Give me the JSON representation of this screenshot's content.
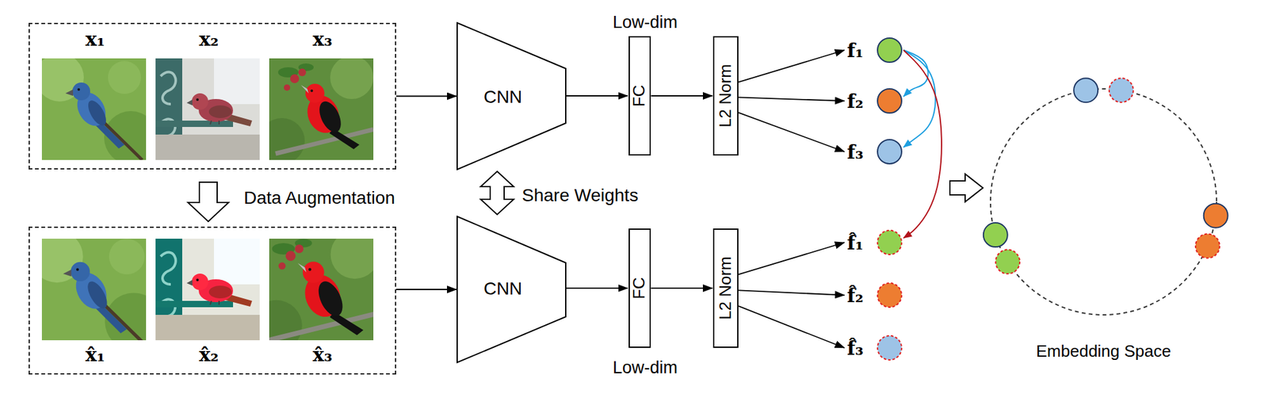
{
  "diagram": {
    "nodes": [
      {
        "text": [
          "x₁",
          "x₂",
          "x₃"
        ]
      },
      {
        "text": [
          "x̂₁",
          "x̂₂",
          "x̂₃"
        ]
      },
      {
        "text": [
          "CNN"
        ]
      },
      {
        "text": [
          "CNN"
        ]
      },
      {
        "text": [
          "FC"
        ]
      },
      {
        "text": [
          "FC"
        ]
      },
      {
        "text": [
          "L2 Norm"
        ]
      },
      {
        "text": [
          "L2 Norm"
        ]
      },
      {
        "text": [
          "f₁"
        ]
      },
      {
        "text": [
          "f₂"
        ]
      },
      {
        "text": [
          "f₃"
        ]
      },
      {
        "text": [
          "f̂₁"
        ]
      },
      {
        "text": [
          "f̂₂"
        ]
      },
      {
        "text": [
          "f̂₃"
        ]
      },
      {
        "text": [
          "Embedding Space"
        ]
      }
    ],
    "edges": [
      {
        "from": 0,
        "to": 2,
        "arrow": "to"
      },
      {
        "from": 2,
        "to": 4,
        "arrow": "to"
      },
      {
        "from": 4,
        "to": 6,
        "arrow": "to"
      },
      {
        "from": 6,
        "to": 8,
        "arrow": "to"
      },
      {
        "from": 6,
        "to": 9,
        "arrow": "to"
      },
      {
        "from": 6,
        "to": 10,
        "arrow": "to"
      },
      {
        "from": 1,
        "to": 3,
        "arrow": "to"
      },
      {
        "from": 3,
        "to": 5,
        "arrow": "to"
      },
      {
        "from": 5,
        "to": 7,
        "arrow": "to"
      },
      {
        "from": 7,
        "to": 11,
        "arrow": "to"
      },
      {
        "from": 7,
        "to": 12,
        "arrow": "to"
      },
      {
        "from": 7,
        "to": 13,
        "arrow": "to"
      },
      {
        "from": 8,
        "to": 9,
        "arrow": "to"
      },
      {
        "from": 8,
        "to": 10,
        "arrow": "to"
      },
      {
        "from": 8,
        "to": 11,
        "arrow": "to"
      },
      {
        "from": 2,
        "to": 3,
        "arrow": "both"
      },
      {
        "from": 0,
        "to": 1,
        "arrow": "to"
      }
    ],
    "labels": [
      "Data Augmentation",
      "Share Weights",
      "Low-dim",
      "Low-dim"
    ]
  }
}
